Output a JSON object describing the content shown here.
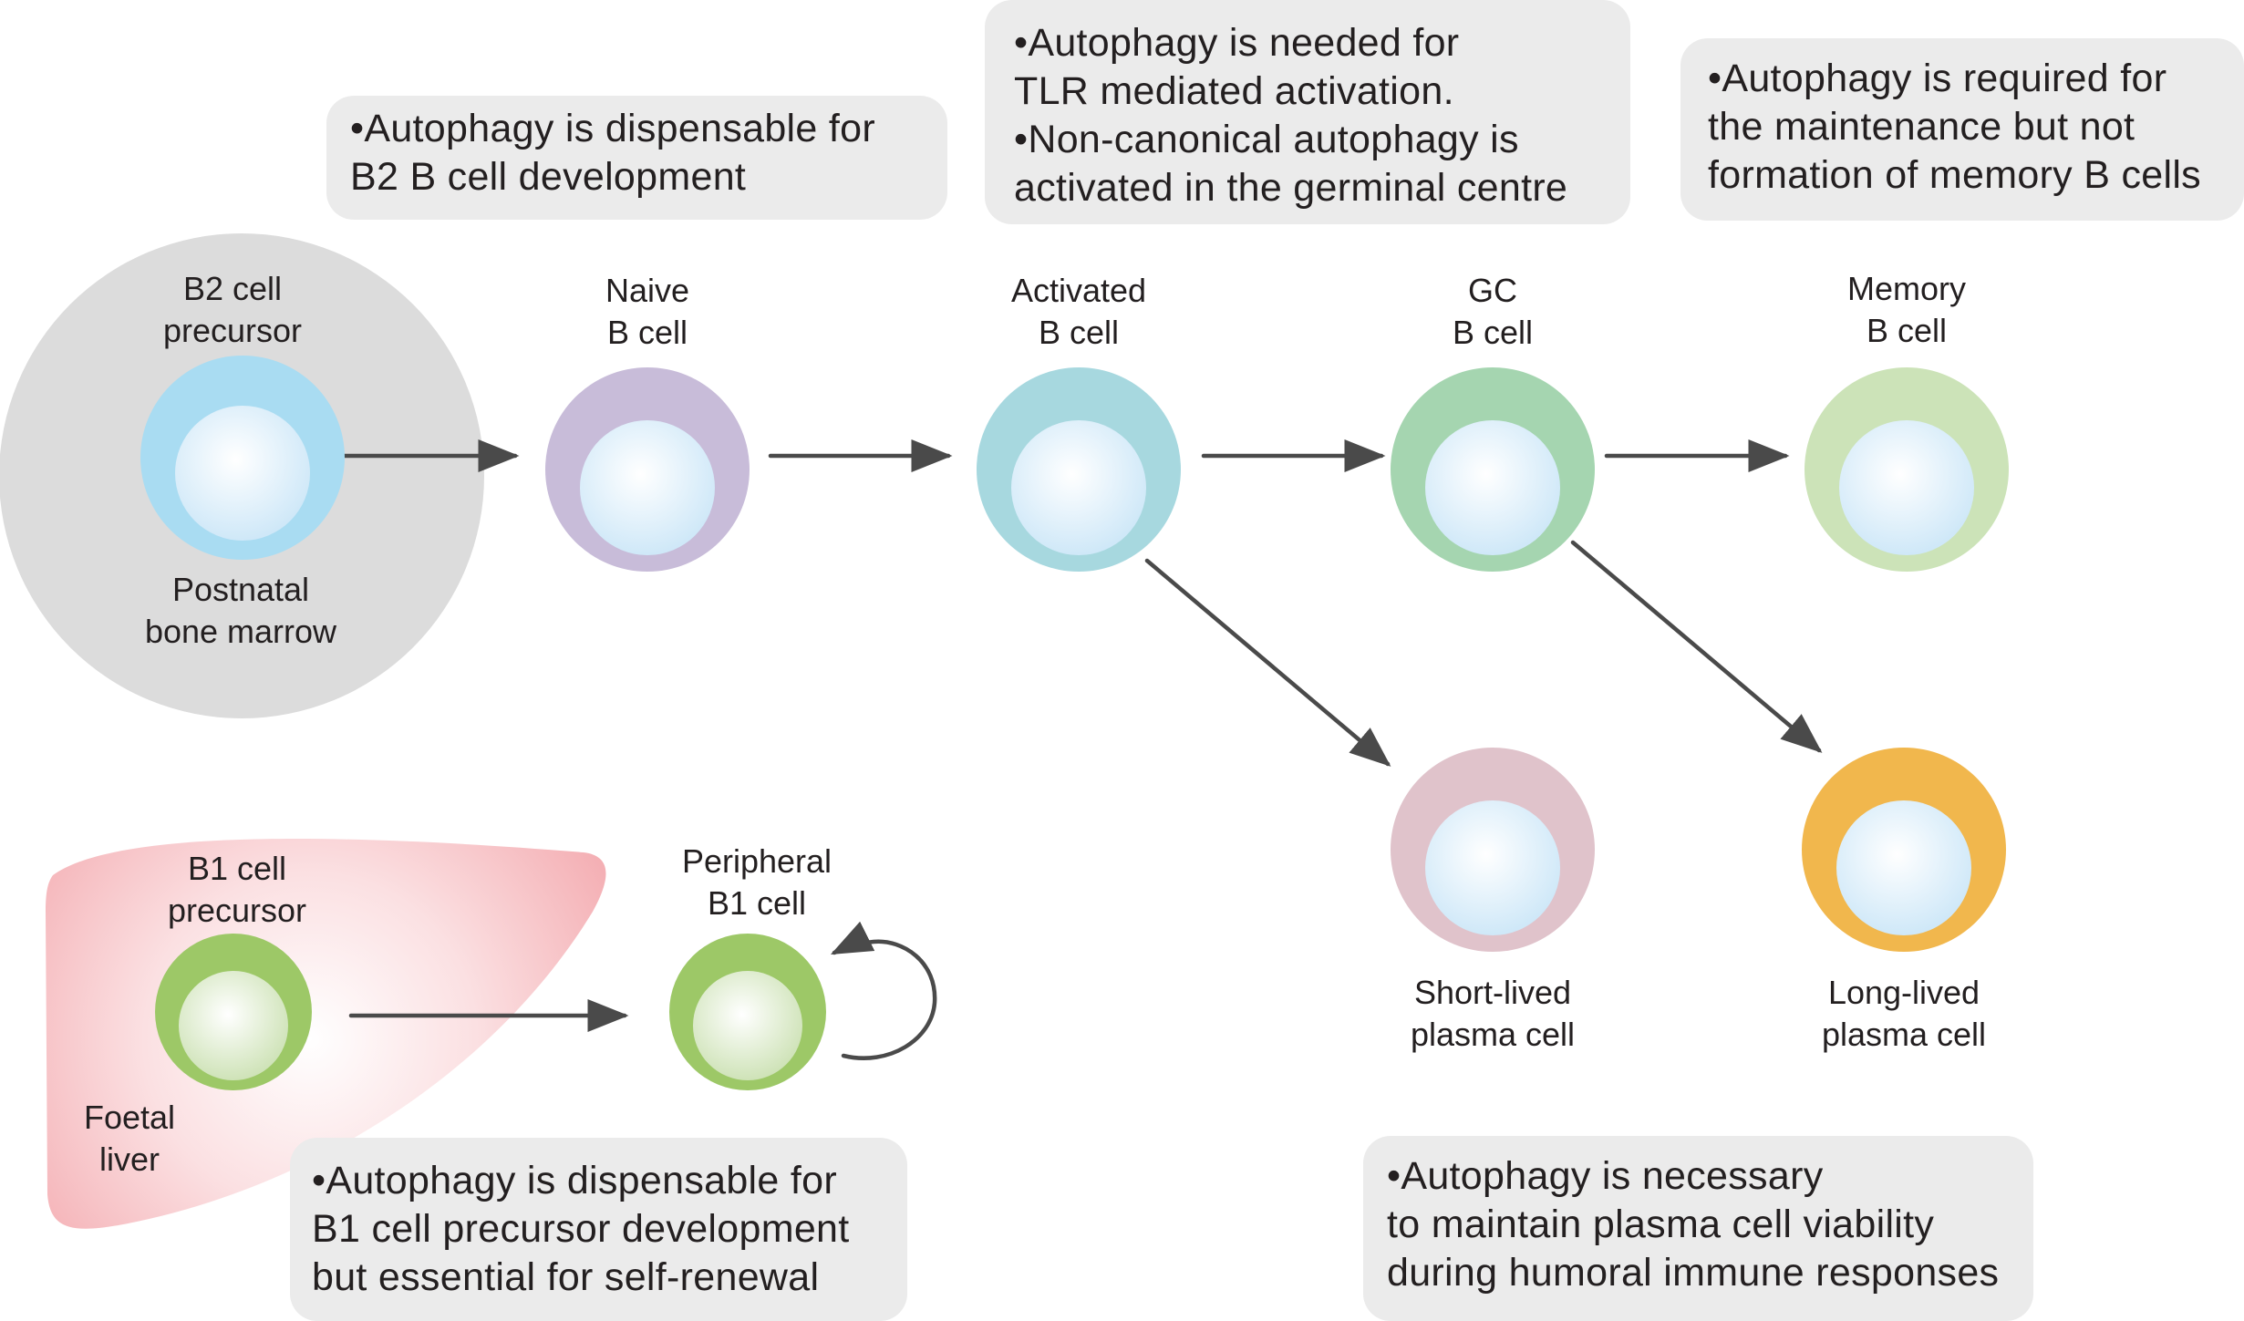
{
  "notes": {
    "b2_development": [
      "•Autophagy is dispensable for",
      "B2 B cell development"
    ],
    "tlr_activation": [
      "•Autophagy is needed for",
      "TLR mediated activation.",
      "•Non-canonical autophagy is",
      "activated in the germinal centre"
    ],
    "memory": [
      "•Autophagy is required for",
      "the maintenance but not",
      "formation of memory B cells"
    ],
    "b1_development": [
      "•Autophagy is dispensable for",
      " B1 cell precursor development",
      "but essential for self-renewal"
    ],
    "plasma": [
      "•Autophagy is necessary",
      "to maintain plasma cell viability",
      "during humoral immune responses"
    ]
  },
  "labels": {
    "b2_precursor": [
      "B2 cell",
      "precursor"
    ],
    "bone_marrow": [
      "Postnatal",
      "bone marrow"
    ],
    "naive": [
      "Naive",
      "B cell"
    ],
    "activated": [
      "Activated",
      "B cell"
    ],
    "gc": [
      "GC",
      "B cell"
    ],
    "memory": [
      "Memory",
      "B cell"
    ],
    "short_lived": [
      "Short-lived",
      "plasma cell"
    ],
    "long_lived": [
      "Long-lived",
      "plasma cell"
    ],
    "b1_precursor": [
      "B1 cell",
      "precursor"
    ],
    "foetal_liver": [
      "Foetal",
      "liver"
    ],
    "peripheral_b1": [
      "Peripheral",
      "B1 cell"
    ]
  },
  "colors": {
    "b2_precursor": "#a9dcf2",
    "naive": "#c8bcd9",
    "activated": "#a7d8df",
    "gc": "#a5d5b0",
    "memory": "#cce3b8",
    "short_lived": "#e0c3cb",
    "long_lived": "#f1b74d",
    "b1": "#9dc867",
    "nucleus": "#d4ecfa",
    "liver": "#ef8a91",
    "bone_marrow": "#dcdcdc",
    "note_bg": "#ebebeb",
    "arrow": "#4a4a4a"
  }
}
